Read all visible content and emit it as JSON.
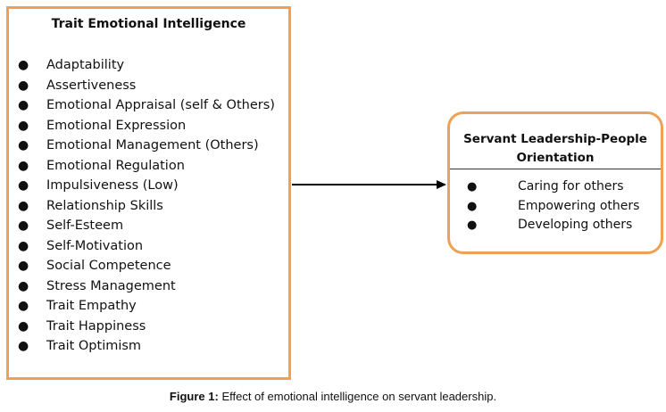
{
  "trait_box": {
    "title": "Trait Emotional Intelligence",
    "items": [
      "Adaptability",
      "Assertiveness",
      "Emotional Appraisal (self & Others)",
      "Emotional Expression",
      "Emotional Management (Others)",
      "Emotional Regulation",
      "Impulsiveness (Low)",
      "Relationship Skills",
      "Self-Esteem",
      "Self-Motivation",
      "Social Competence",
      "Stress Management",
      "Trait Empathy",
      "Trait Happiness",
      "Trait Optimism"
    ]
  },
  "leadership_box": {
    "title": "Servant Leadership-People Orientation",
    "items": [
      "Caring for others",
      "Empowering others",
      "Developing others"
    ]
  },
  "caption": {
    "label": "Figure 1:",
    "text": " Effect of emotional intelligence on servant leadership."
  },
  "colors": {
    "box_border": "#f0a052",
    "arrow": "#000000"
  }
}
